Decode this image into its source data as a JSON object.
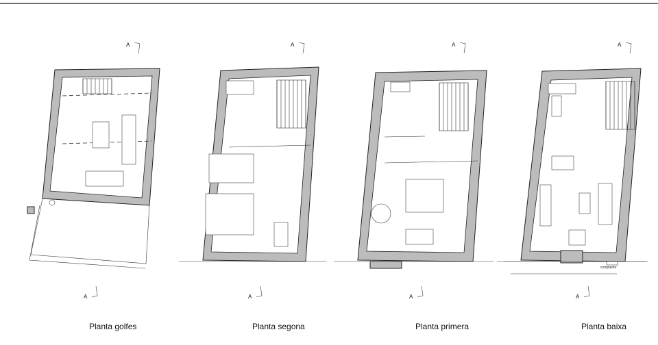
{
  "plans": [
    {
      "label": "Planta golfes"
    },
    {
      "label": "Planta segona"
    },
    {
      "label": "Planta primera"
    },
    {
      "label": "Planta baixa"
    }
  ],
  "section_mark": "A",
  "annotations": {
    "meter": "comptador"
  },
  "colors": {
    "wall_fill": "#bcbcbc",
    "line": "#222222",
    "background": "#ffffff"
  }
}
